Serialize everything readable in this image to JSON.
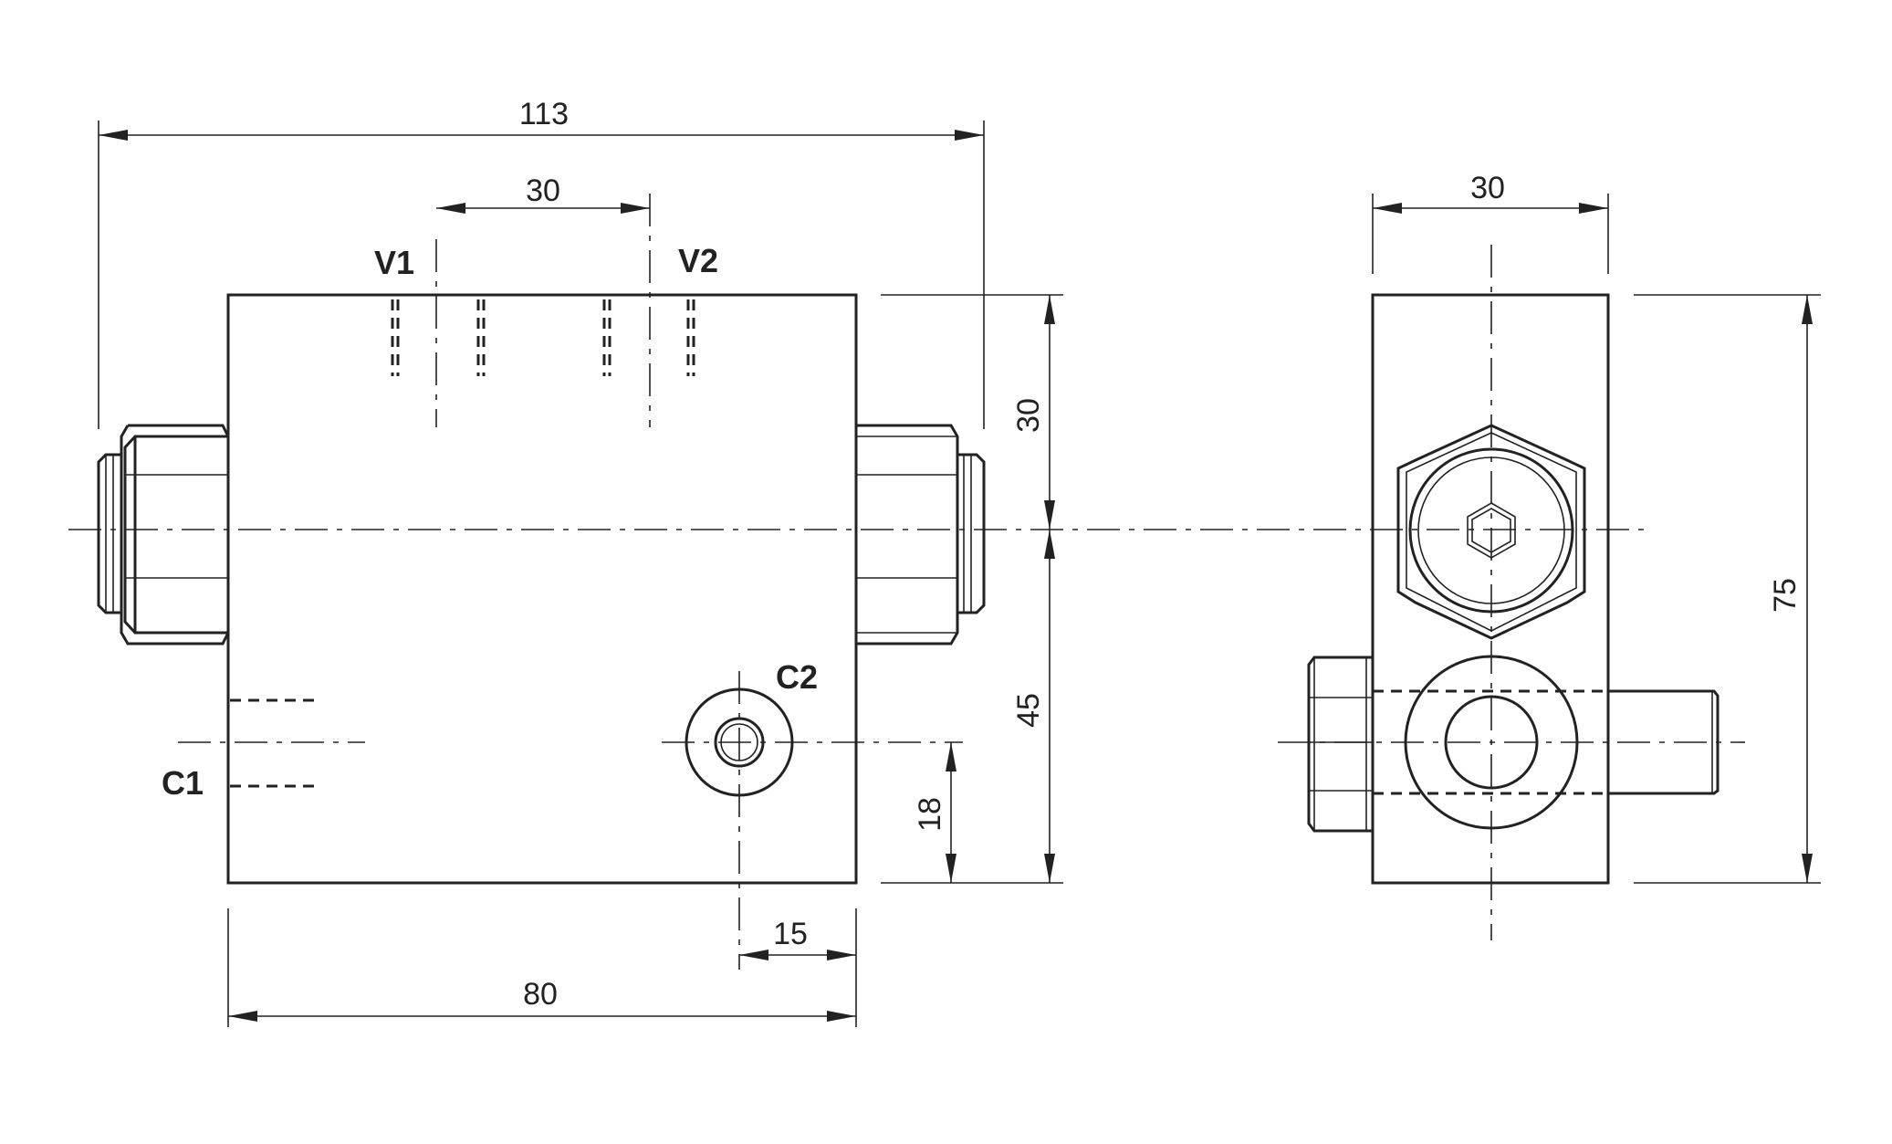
{
  "dimensions": {
    "overall_length": "113",
    "port_spacing": "30",
    "side_width": "30",
    "top_to_axis": "30",
    "axis_to_bottom": "45",
    "side_height": "75",
    "c2_height": "18",
    "c2_offset": "15",
    "body_length": "80"
  },
  "ports": {
    "v1": "V1",
    "v2": "V2",
    "c1": "C1",
    "c2": "C2"
  },
  "colors": {
    "line": "#222222",
    "background": "#ffffff"
  }
}
